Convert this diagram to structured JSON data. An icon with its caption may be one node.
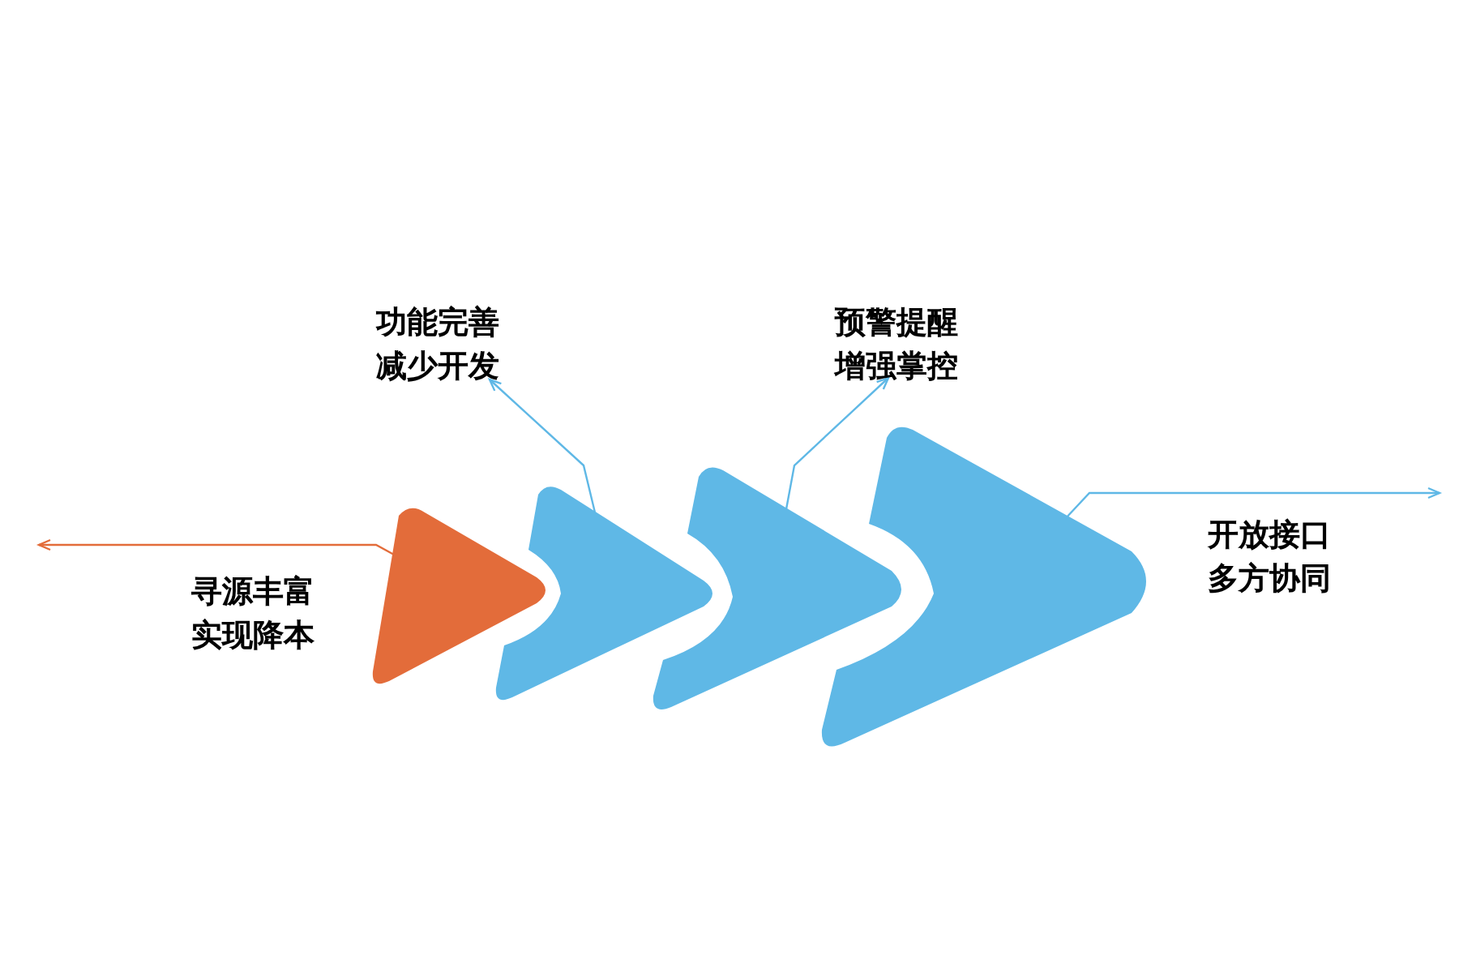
{
  "diagram": {
    "nodes": [
      {
        "text": [],
        "shape": "triangle"
      },
      {
        "text": [],
        "shape": "chevron"
      },
      {
        "text": [],
        "shape": "chevron"
      },
      {
        "text": [],
        "shape": "chevron"
      },
      {
        "text": [
          "功能完善减少开发"
        ]
      },
      {
        "text": [
          "预警提醒增强掌控"
        ]
      }
    ],
    "edges": [
      {
        "from": 0,
        "to": null,
        "arrow": "to",
        "color": "#e36c3a"
      },
      {
        "from": 1,
        "to": 4,
        "arrow": "to"
      },
      {
        "from": 2,
        "to": 5,
        "arrow": "to"
      },
      {
        "from": 3,
        "to": null,
        "arrow": "to"
      }
    ],
    "labels": [
      "寻源丰富实现降本",
      "开放接口多方协同"
    ]
  }
}
